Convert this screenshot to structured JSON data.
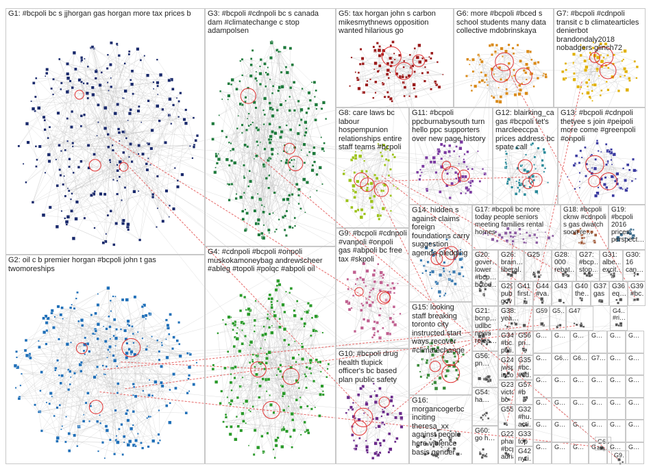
{
  "groups": [
    {
      "id": "G1",
      "label": "G1: #bcpoli bc s jjhorgan gas horgan more tax prices b",
      "color": "#1a2a6c"
    },
    {
      "id": "G2",
      "label": "G2: oil c b premier horgan #bcpoli john t gas twomoreships",
      "color": "#1f6fb8"
    },
    {
      "id": "G3",
      "label": "G3: #bcpoli #cdnpoli bc s canada dam #climatechange c stop adampolsen",
      "color": "#1e7a3c"
    },
    {
      "id": "G4",
      "label": "G4: #cdnpoli #bcpoli #onpoli muskokamoneybag andrewscheer #ableg #topoli #polqc #abpoli oil",
      "color": "#2a9a2a"
    },
    {
      "id": "G5",
      "label": "G5: tax horgan john s carbon mikesmythnews opposition wanted hilarious go",
      "color": "#9a1a1a"
    },
    {
      "id": "G6",
      "label": "G6: more #bcpoli #bced s school students many data collective mdobrinskaya",
      "color": "#d98a1a"
    },
    {
      "id": "G7",
      "label": "G7: #bcpoli #cdnpoli transit c b climatearticles denierbot brandondaly2018 nobadgers glinch72",
      "color": "#e0b000"
    },
    {
      "id": "G8",
      "label": "G8: care laws bc labour hospempunion relationships entire staff teams #bcpoli",
      "color": "#9cc21a"
    },
    {
      "id": "G9",
      "label": "G9: #bcpoli #cdnpoli #vanpoli #onpoli gas #abpoli bc free tax #skpoli",
      "color": "#c06090"
    },
    {
      "id": "G10",
      "label": "G10: #bcpoli drug health tlupick officer's bc based plan public safety",
      "color": "#6a2a8a"
    },
    {
      "id": "G11",
      "label": "G11: #bcpoli ppcburnabysouth turn hello ppc supporters over new page history",
      "color": "#7a3aa0"
    },
    {
      "id": "G12",
      "label": "G12: blairking_ca gas #bcpoli let's marcleeccpa prices address bc spate call",
      "color": "#2a8a9a"
    },
    {
      "id": "G13",
      "label": "G13: #bcpoli #cdnpoli thetyee s join #peipoli more come #greenpoli #onpoli",
      "color": "#3a3aa0"
    },
    {
      "id": "G14",
      "label": "G14: hidden s against claims foreign foundations carry suggestion agenda pledging",
      "color": "#3a7ab0"
    },
    {
      "id": "G15",
      "label": "G15: looking staff breaking toronto city instructed start ways recover #climatechange",
      "color": "#3a8a3a"
    },
    {
      "id": "G16",
      "label": "G16: morgancogerbc inciting theresa_xx against people here violence basis gender…",
      "color": "#5a5a5a"
    },
    {
      "id": "G17",
      "label": "G17: #bcpoli bc more today people seniors meeting families rental homes",
      "color": "#8a5aa0"
    },
    {
      "id": "G18",
      "label": "G18: #bcpoli cknw #cdnpoli s gas dwatch soon re…",
      "color": "#a05a3a"
    },
    {
      "id": "G19",
      "label": "G19: #bcpoli 2016 prices perspect…",
      "color": "#3a6a8a"
    },
    {
      "id": "G20",
      "label": "G20: gover… lower #bcp… bctod…",
      "color": "#555"
    },
    {
      "id": "G26",
      "label": "G26: brain… liberal…",
      "color": "#555"
    },
    {
      "id": "G25",
      "label": "G25",
      "color": "#555"
    },
    {
      "id": "G28",
      "label": "G28: 000 rebat…",
      "color": "#555"
    },
    {
      "id": "G27",
      "label": "G27: #bcp… stop…",
      "color": "#555"
    },
    {
      "id": "G31",
      "label": "G31: albe… excit…",
      "color": "#555"
    },
    {
      "id": "G30",
      "label": "G30: 16 can…",
      "color": "#555"
    },
    {
      "id": "G29",
      "label": "G29: pub… gov…",
      "color": "#555"
    },
    {
      "id": "G41",
      "label": "G41: first…",
      "color": "#555"
    },
    {
      "id": "G44",
      "label": "G44: #va…",
      "color": "#555"
    },
    {
      "id": "G43",
      "label": "G43",
      "color": "#555"
    },
    {
      "id": "G40",
      "label": "G40: the…",
      "color": "#555"
    },
    {
      "id": "G37",
      "label": "G37: gas",
      "color": "#555"
    },
    {
      "id": "G36",
      "label": "G36: eq…",
      "color": "#555"
    },
    {
      "id": "G39",
      "label": "G39: #bc…",
      "color": "#555"
    },
    {
      "id": "G21",
      "label": "G21: bcnp… udlbc news relea…",
      "color": "#555"
    },
    {
      "id": "G38",
      "label": "G38: yea…",
      "color": "#555"
    },
    {
      "id": "G59",
      "label": "G59",
      "color": "#555"
    },
    {
      "id": "G5x",
      "label": "G5…",
      "color": "#555"
    },
    {
      "id": "G47",
      "label": "G47",
      "color": "#555"
    },
    {
      "id": "G4x",
      "label": "G4… #ri…",
      "color": "#555"
    },
    {
      "id": "G34",
      "label": "G34: #bc… poli…",
      "color": "#555"
    },
    {
      "id": "G56",
      "label": "G56: pn…",
      "color": "#555"
    },
    {
      "id": "G24",
      "label": "G24: jwspry incon… 'the…",
      "color": "#555"
    },
    {
      "id": "G35",
      "label": "G35: #bc… #cd…",
      "color": "#555"
    },
    {
      "id": "G57",
      "label": "G57: #b",
      "color": "#555"
    },
    {
      "id": "G54",
      "label": "G54: ha…",
      "color": "#555"
    },
    {
      "id": "G23",
      "label": "G23: victor… bc pass…",
      "color": "#555"
    },
    {
      "id": "G32",
      "label": "G32: #hu… acti…",
      "color": "#555"
    },
    {
      "id": "G55",
      "label": "G55",
      "color": "#555"
    },
    {
      "id": "G33",
      "label": "G33: top 2 5…",
      "color": "#555"
    },
    {
      "id": "G60",
      "label": "G60: go h…",
      "color": "#555"
    },
    {
      "id": "G22",
      "label": "G22: phar… #bcp… adria…",
      "color": "#555"
    },
    {
      "id": "G42",
      "label": "G42: nyti…",
      "color": "#555"
    },
    {
      "id": "G61",
      "label": "G61: he…",
      "color": "#555"
    },
    {
      "id": "G9x",
      "label": "G9…",
      "color": "#555"
    },
    {
      "id": "G93",
      "label": "G93",
      "color": "#555"
    }
  ],
  "tiny_cells": [
    "G…",
    "G…",
    "G…",
    "G…",
    "G…",
    "G…",
    "G…",
    "G6…",
    "G6…",
    "G7…",
    "G…",
    "G…",
    "G…",
    "G…",
    "G…",
    "G…",
    "G…",
    "G…",
    "G…",
    "G…",
    "G…",
    "G…",
    "G…",
    "G…",
    "G…",
    "G…",
    "G…",
    "G…",
    "G…",
    "G…",
    "G…",
    "G…",
    "G…",
    "G…",
    "G…",
    "G…"
  ]
}
